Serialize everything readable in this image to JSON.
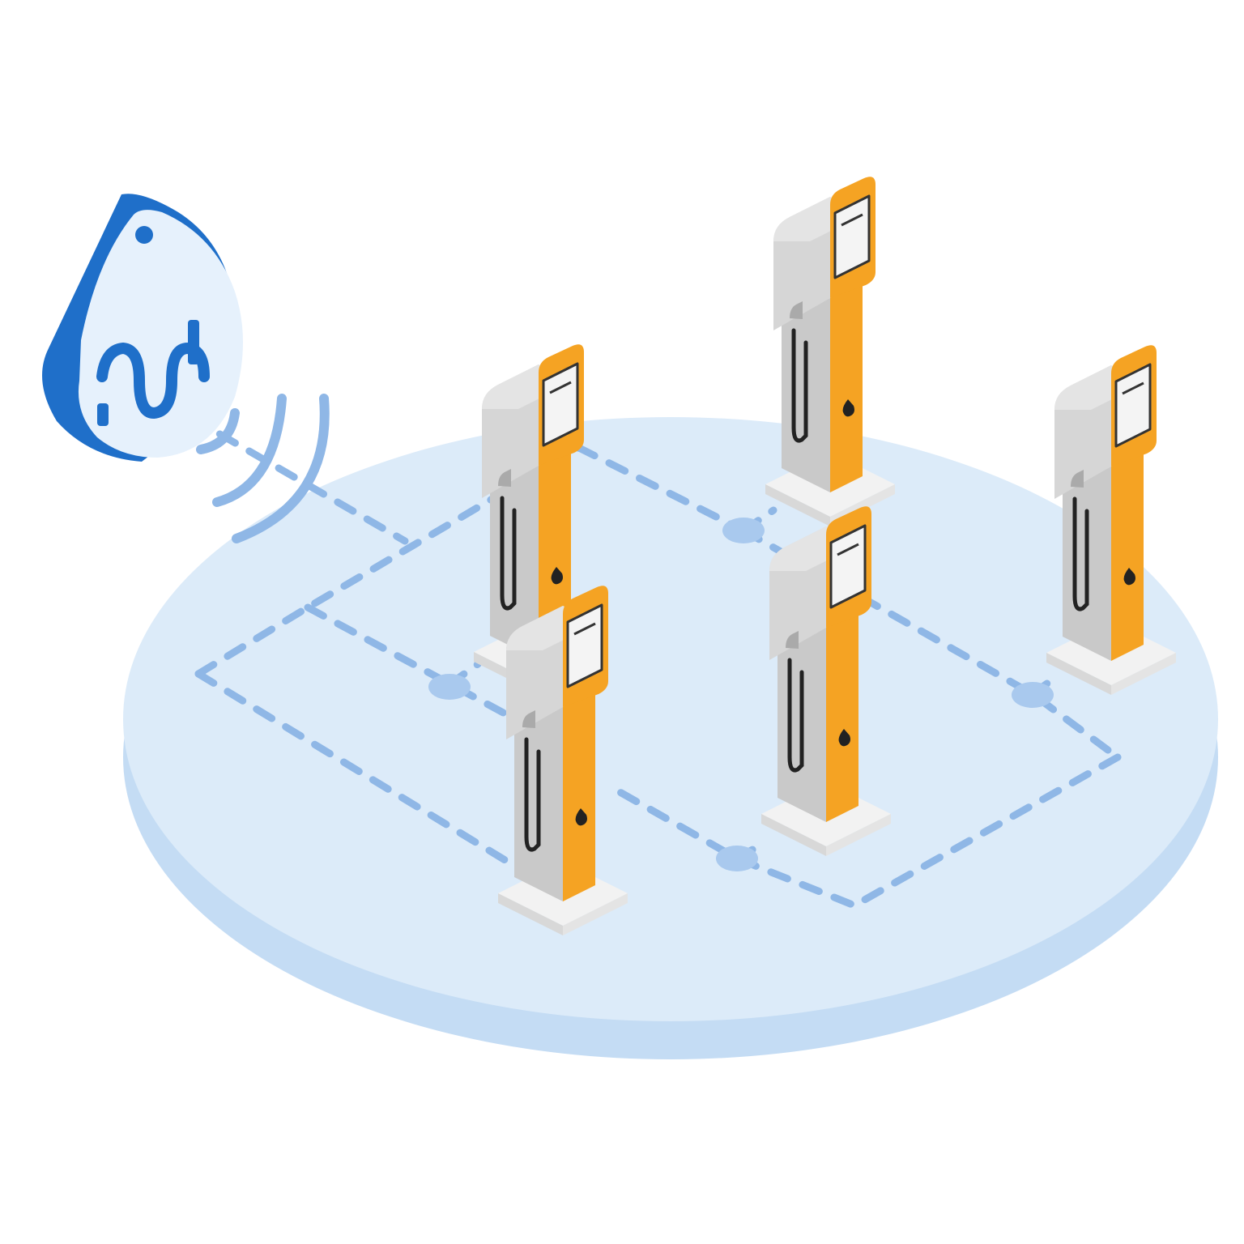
{
  "colors": {
    "background": "#ffffff",
    "platform_top": "#dcebf9",
    "platform_side": "#c4dcf4",
    "network_line": "#8fb7e6",
    "node": "#a9c9ee",
    "signal_wave": "#8fb7e6",
    "gateway_blue": "#1f6fc9",
    "gateway_face": "#e6f1fc",
    "charger_orange": "#f5a323",
    "charger_grey": "#c9c9c9",
    "charger_grey_light": "#e2e2e2",
    "charger_base": "#f2f2f2"
  },
  "gateway": {
    "icon": "mesh-gateway-icon",
    "signal": "wireless-signal-icon"
  },
  "chargers": [
    {
      "name": "charger-1",
      "icon": "ev-charger-icon"
    },
    {
      "name": "charger-2",
      "icon": "ev-charger-icon"
    },
    {
      "name": "charger-3",
      "icon": "ev-charger-icon"
    },
    {
      "name": "charger-4",
      "icon": "ev-charger-icon"
    },
    {
      "name": "charger-5",
      "icon": "ev-charger-icon"
    }
  ],
  "nodes": [
    {
      "name": "node-1"
    },
    {
      "name": "node-2"
    },
    {
      "name": "node-3"
    },
    {
      "name": "node-4"
    }
  ]
}
